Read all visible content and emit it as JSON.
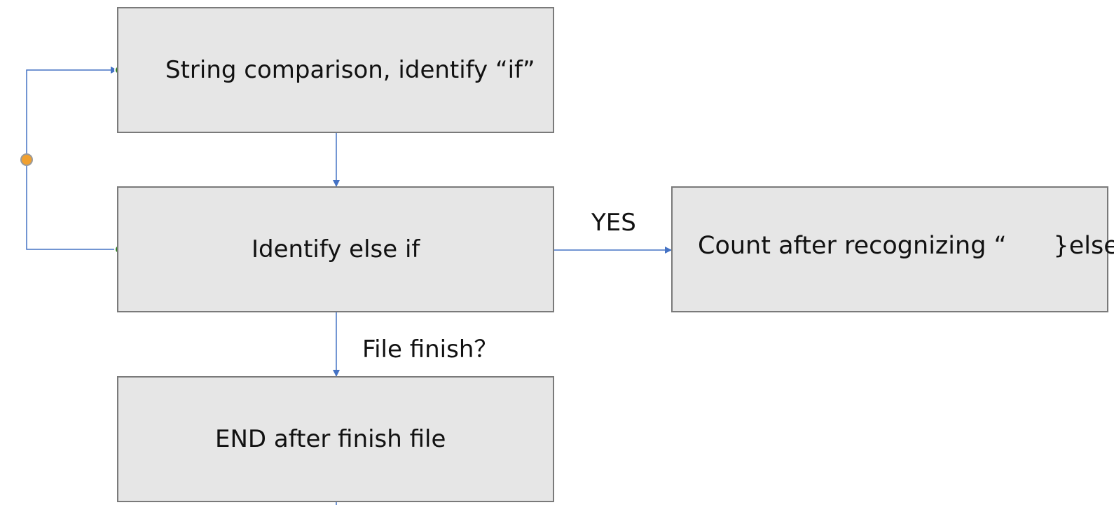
{
  "nodes": {
    "string_compare": "String comparison, identify “if”",
    "identify_else_if": "Identify else if",
    "count_else": "Count after recognizing “      }else{\"",
    "end": "END after finish file"
  },
  "edge_labels": {
    "yes": "YES",
    "file_finish": "File finish？"
  },
  "colors": {
    "box_fill": "#e6e6e6",
    "box_border": "#7a7a7a",
    "connector": "#4472c4",
    "handle_green": "#2e7d1f",
    "handle_orange": "#f0a030"
  }
}
